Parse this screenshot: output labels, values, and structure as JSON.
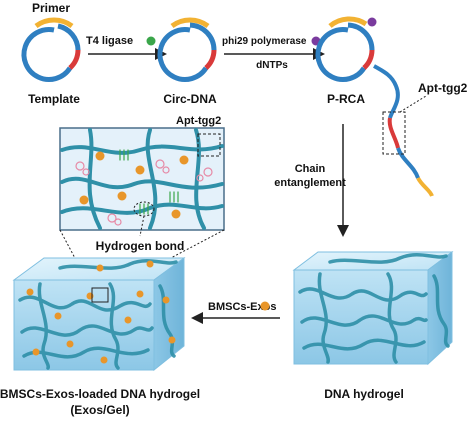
{
  "labels": {
    "primer": "Primer",
    "template": "Template",
    "t4_ligase": "T4 ligase",
    "circ_dna": "Circ-DNA",
    "phi29_polymerase": "phi29 polymerase",
    "dntps": "dNTPs",
    "p_rca": "P-RCA",
    "apt_tgg2_top": "Apt-tgg2",
    "apt_tgg2_inset": "Apt-tgg2",
    "chain_entanglement_line1": "Chain",
    "chain_entanglement_line2": "entanglement",
    "hydrogen_bond": "Hydrogen bond",
    "bmscs_exos": "BMSCs-Exos",
    "dna_hydrogel": "DNA hydrogel",
    "loaded_hydrogel_line1": "BMSCs-Exos-loaded DNA hydrogel",
    "loaded_hydrogel_line2": "(Exos/Gel)"
  },
  "colors": {
    "strand_blue": "#2f7fc1",
    "strand_red": "#d93a3a",
    "primer_yellow": "#f2b233",
    "ligase_green": "#3aa64a",
    "polymerase_purple": "#7a3b9e",
    "exosome_orange": "#e8962a",
    "gel_cube": "#a9d7ef"
  }
}
